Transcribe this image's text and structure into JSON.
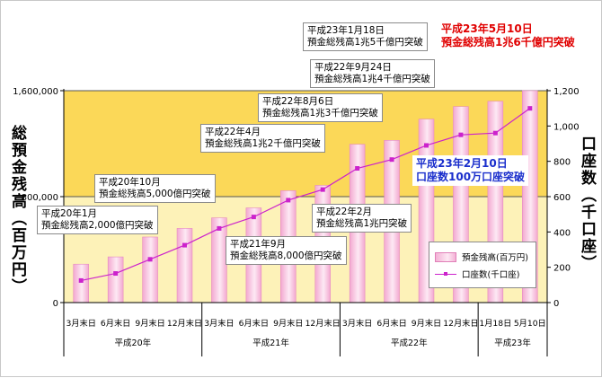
{
  "chart_data": {
    "type": "bar",
    "y_left_label": "総預金残高（百万円）",
    "y_right_label": "口座数（千口座）",
    "ylim_left": [
      0,
      1600000
    ],
    "ylim_right": [
      0,
      1200
    ],
    "left_ticks": [
      "0",
      "800,000",
      "1,600,000"
    ],
    "left_tick_values": [
      0,
      800000,
      1600000
    ],
    "right_ticks": [
      "0",
      "200",
      "400",
      "600",
      "800",
      "1,000",
      "1,200"
    ],
    "right_tick_values": [
      0,
      200,
      400,
      600,
      800,
      1000,
      1200
    ],
    "categories": [
      "3月末日",
      "6月末日",
      "9月末日",
      "12月末日",
      "3月末日",
      "6月末日",
      "9月末日",
      "12月末日",
      "3月末日",
      "6月末日",
      "9月末日",
      "12月末日",
      "1月18日",
      "5月10日"
    ],
    "year_groups": [
      {
        "label": "平成20年",
        "start": 0,
        "end": 3
      },
      {
        "label": "平成21年",
        "start": 4,
        "end": 7
      },
      {
        "label": "平成22年",
        "start": 8,
        "end": 11
      },
      {
        "label": "平成23年",
        "start": 12,
        "end": 13
      }
    ],
    "series": [
      {
        "name": "預金残高(百万円)",
        "type": "bar",
        "axis": "left",
        "values": [
          290000,
          345000,
          495000,
          560000,
          640000,
          715000,
          845000,
          885000,
          1195000,
          1225000,
          1385000,
          1480000,
          1520000,
          1600000
        ]
      },
      {
        "name": "口座数(千口座)",
        "type": "line",
        "axis": "right",
        "values": [
          125,
          165,
          245,
          325,
          420,
          485,
          580,
          640,
          760,
          810,
          890,
          950,
          960,
          1100
        ]
      }
    ],
    "background_bands": [
      {
        "from": 800000,
        "to": 1600000,
        "color": "#fbd858"
      },
      {
        "from": 0,
        "to": 800000,
        "color": "#fdf2b8"
      }
    ],
    "annotations": [
      {
        "id": "h20-1",
        "lines": [
          "平成20年1月",
          "預金総残高2,000億円突破"
        ],
        "style": "normal"
      },
      {
        "id": "h20-10",
        "lines": [
          "平成20年10月",
          "預金総残高5,000億円突破"
        ],
        "style": "normal"
      },
      {
        "id": "h21-9",
        "lines": [
          "平成21年9月",
          "預金総残高8,000億円突破"
        ],
        "style": "normal"
      },
      {
        "id": "h22-2",
        "lines": [
          "平成22年2月",
          "預金総残高1兆円突破"
        ],
        "style": "normal"
      },
      {
        "id": "h22-4",
        "lines": [
          "平成22年4月",
          "預金総残高1兆2千億円突破"
        ],
        "style": "normal"
      },
      {
        "id": "h22-8",
        "lines": [
          "平成22年8月6日",
          "預金総残高1兆3千億円突破"
        ],
        "style": "normal"
      },
      {
        "id": "h22-9",
        "lines": [
          "平成22年9月24日",
          "預金総残高1兆4千億円突破"
        ],
        "style": "normal"
      },
      {
        "id": "h23-1",
        "lines": [
          "平成23年1月18日",
          "預金総残高1兆5千億円突破"
        ],
        "style": "normal"
      },
      {
        "id": "h23-5",
        "lines": [
          "平成23年5月10日",
          "預金総残高1兆6千億円突破"
        ],
        "style": "red"
      },
      {
        "id": "h23-2",
        "lines": [
          "平成23年2月10日",
          "口座数100万口座突破"
        ],
        "style": "blue"
      }
    ],
    "legend_position": "bottom-right"
  }
}
